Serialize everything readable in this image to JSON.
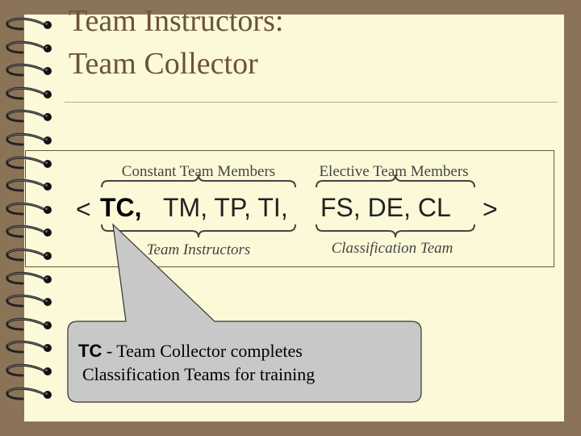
{
  "slide": {
    "title_line1": "Team Instructors:",
    "title_line2": "Team Collector"
  },
  "figure": {
    "label_constant": "Constant Team Members",
    "label_elective": "Elective Team Members",
    "open_bracket": "<",
    "close_bracket": ">",
    "code_tc": "TC,",
    "codes_instructors": "TM, TP, TI,",
    "codes_classification": "FS, DE, CL",
    "label_instructors": "Team Instructors",
    "label_classification": "Classification Team"
  },
  "callout": {
    "term": "TC",
    "line1_rest": " - Team Collector completes",
    "line2": "Classification Teams for training"
  },
  "colors": {
    "frame": "#8b7357",
    "paper": "#fcf9d8",
    "title": "#6a5436",
    "callout_fill": "#c8c8c8"
  }
}
